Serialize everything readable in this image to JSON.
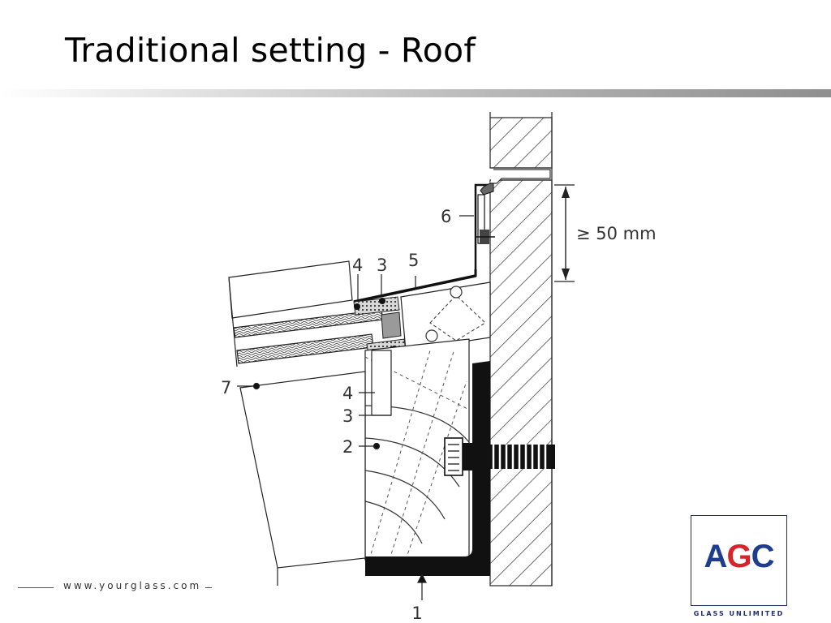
{
  "slide": {
    "title": "Traditional setting - Roof"
  },
  "diagram": {
    "labels": {
      "l1": "1",
      "l2": "2",
      "l3a": "3",
      "l3b": "3",
      "l4a": "4",
      "l4b": "4",
      "l5": "5",
      "l6": "6",
      "l7": "7"
    },
    "dimension": "≥ 50 mm"
  },
  "footer": {
    "url": "www.yourglass.com"
  },
  "logo": {
    "text_a": "A",
    "text_g": "G",
    "text_c": "C",
    "tagline": "GLASS UNLIMITED"
  }
}
